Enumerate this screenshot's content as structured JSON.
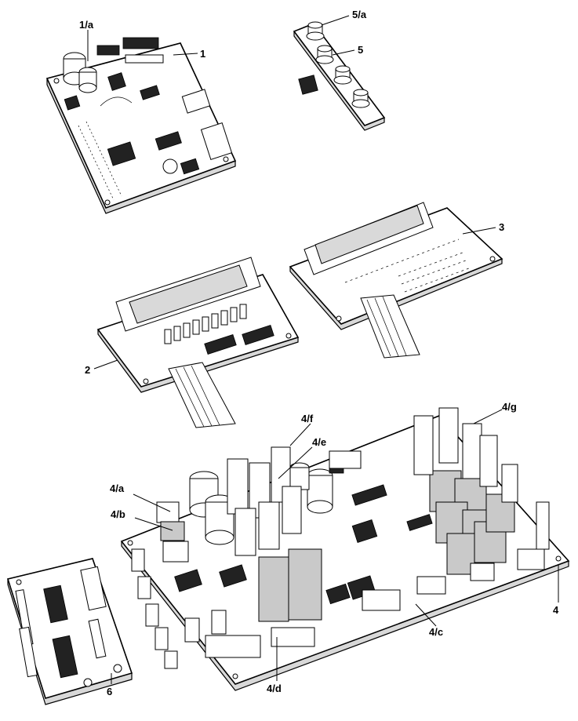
{
  "labels": {
    "l1": "1",
    "l1a": "1/a",
    "l2": "2",
    "l3": "3",
    "l4": "4",
    "l4a": "4/a",
    "l4b": "4/b",
    "l4c": "4/c",
    "l4d": "4/d",
    "l4e": "4/e",
    "l4f": "4/f",
    "l4g": "4/g",
    "l5": "5",
    "l5a": "5/a",
    "l6": "6"
  }
}
